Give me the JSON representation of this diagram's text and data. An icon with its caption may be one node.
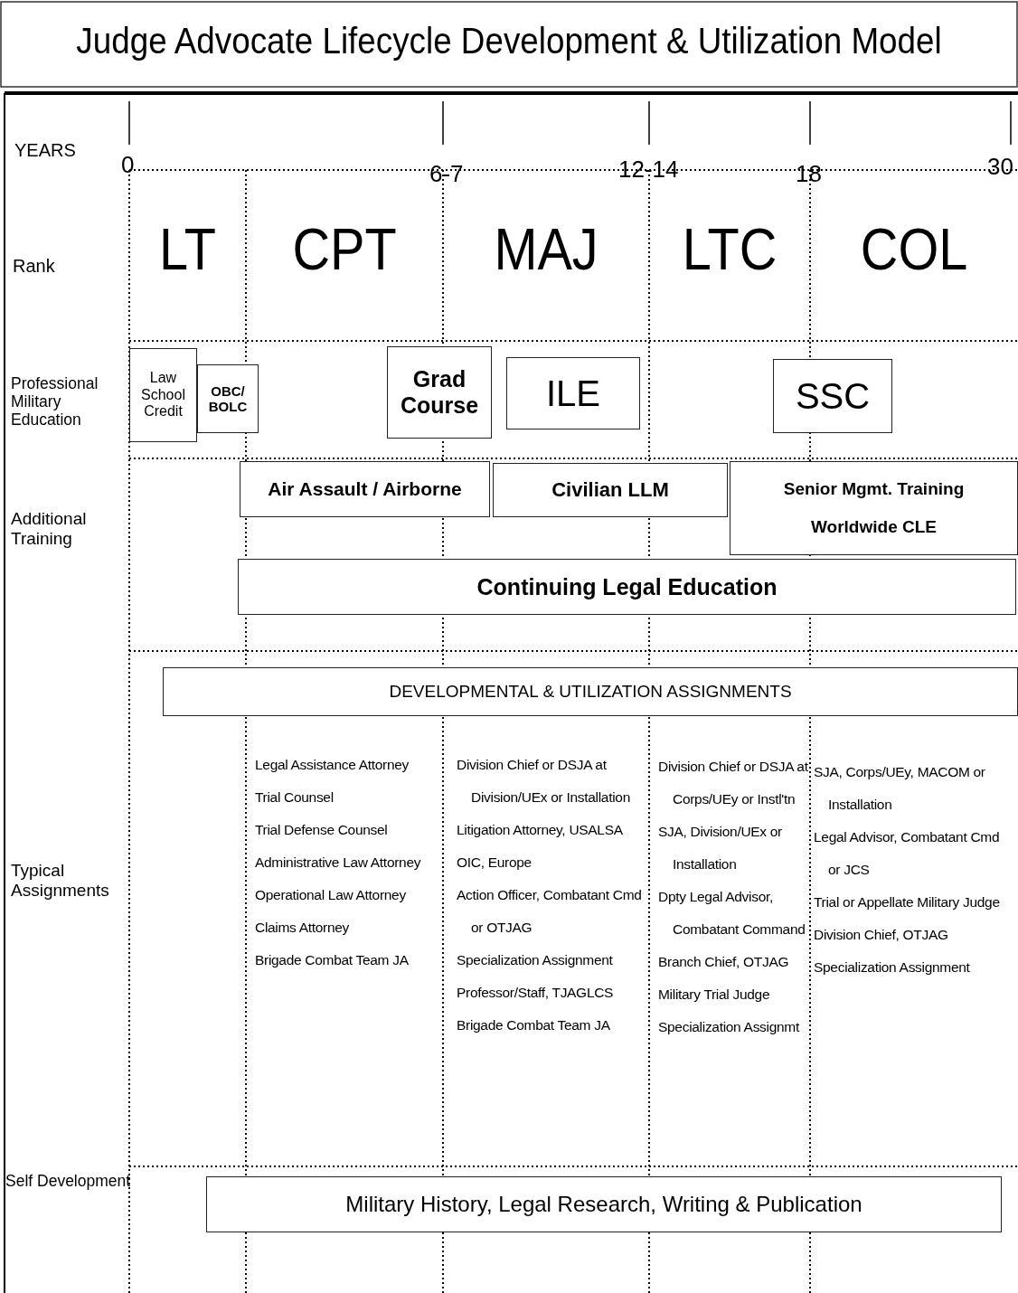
{
  "diagram": {
    "title": "Judge Advocate Lifecycle Development & Utilization Model",
    "nodes": [
      {
        "text": [
          "Law School Credit"
        ]
      },
      {
        "text": [
          "OBC/ BOLC"
        ]
      },
      {
        "text": [
          "Grad Course"
        ]
      },
      {
        "text": [
          "ILE"
        ]
      },
      {
        "text": [
          "SSC"
        ]
      },
      {
        "text": [
          "Air Assault / Airborne"
        ]
      },
      {
        "text": [
          "Civilian LLM"
        ]
      },
      {
        "text": [
          "Senior Mgmt. Training",
          "Worldwide CLE"
        ]
      },
      {
        "text": [
          "Continuing Legal Education"
        ]
      },
      {
        "text": [
          "DEVELOPMENTAL & UTILIZATION ASSIGNMENTS"
        ]
      },
      {
        "text": [
          "Military History, Legal Research, Writing & Publication"
        ]
      }
    ],
    "labels": [
      "YEARS",
      "0",
      "6-7",
      "12-14",
      "18",
      "30",
      "Rank",
      "LT",
      "CPT",
      "MAJ",
      "LTC",
      "COL",
      "Professional Military Education",
      "Additional Training",
      "Typical Assignments",
      "Legal Assistance Attorney",
      "Trial Counsel",
      "Trial Defense Counsel",
      "Administrative Law Attorney",
      "Operational Law Attorney",
      "Claims Attorney",
      "Brigade Combat Team JA",
      "Division Chief or DSJA at Division/UEx or Installation",
      "Litigation Attorney, USALSA",
      "OIC, Europe",
      "Action Officer, Combatant Cmd or OTJAG",
      "Specialization Assignment",
      "Professor/Staff, TJAGLCS",
      "Brigade Combat Team JA",
      "Division Chief or DSJA at Corps/UEy or Instl'tn",
      "SJA, Division/UEx or Installation",
      "Dpty Legal Advisor, Combatant Command",
      "Branch Chief, OTJAG",
      "Military Trial Judge",
      "Specialization Assignmt",
      "SJA, Corps/UEy, MACOM or Installation",
      "Legal Advisor, Combatant Cmd or JCS",
      "Trial or Appellate Military Judge",
      "Division Chief, OTJAG",
      "Specialization Assignment",
      "Self Development"
    ]
  }
}
